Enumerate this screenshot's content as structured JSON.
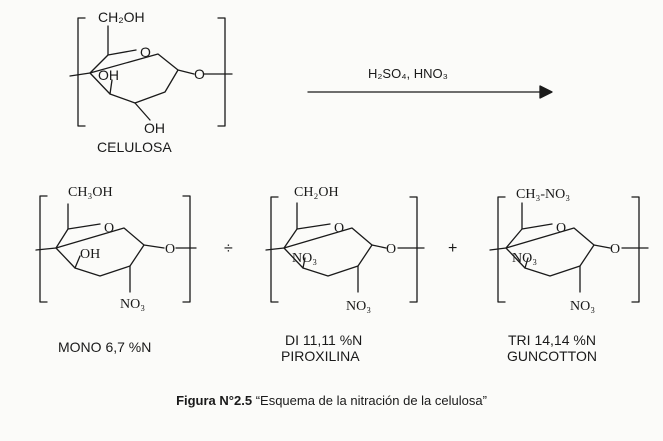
{
  "reactant": {
    "ch2oh": "CH₂OH",
    "ring_o": "O",
    "glyco_o": "O",
    "oh_left": "OH",
    "oh_bottom": "OH",
    "name": "CELULOSA"
  },
  "reagents": "H₂SO₄, HNO₃",
  "products": {
    "mono": {
      "top": "CH₃OH",
      "ring_o": "O",
      "glyco_o": "O",
      "left": "OH",
      "bottom": "NO₃",
      "label1": "MONO 6,7 %N"
    },
    "di": {
      "top": "CH₂OH",
      "ring_o": "O",
      "glyco_o": "O",
      "left": "NO₃",
      "bottom": "NO₃",
      "label1": "DI 11,11 %N",
      "label2": "PIROXILINA"
    },
    "tri": {
      "top": "CH₃-NO₃",
      "ring_o": "O",
      "glyco_o": "O",
      "left": "NO₃",
      "bottom": "NO₃",
      "label1": "TRI 14,14 %N",
      "label2": "GUNCOTTON"
    }
  },
  "plus1": "÷",
  "plus2": "+",
  "caption": {
    "figure": "Figura N°2.5",
    "text": "“Esquema de la nitración de la celulosa”"
  }
}
